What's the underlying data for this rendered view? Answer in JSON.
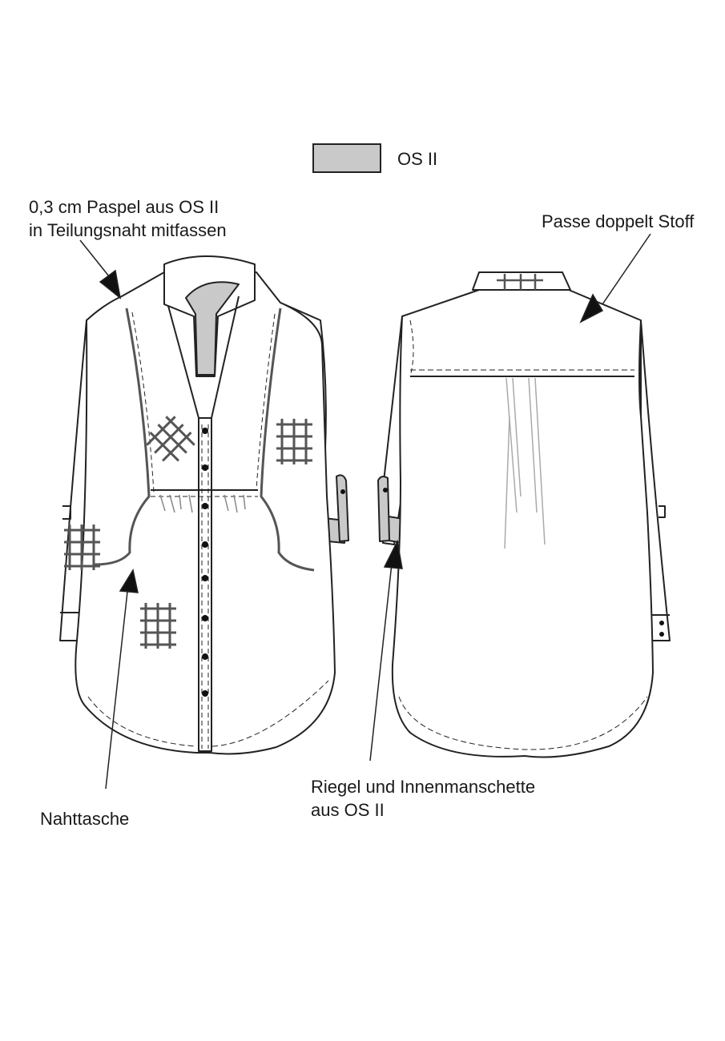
{
  "legend": {
    "swatch_color": "#c9c9c9",
    "label": "OS II"
  },
  "annotations": {
    "paspel_line1": "0,3 cm Paspel aus OS II",
    "paspel_line2": "in Teilungsnaht mitfassen",
    "passe": "Passe doppelt Stoff",
    "nahttasche": "Nahttasche",
    "riegel_line1": "Riegel und Innenmanschette",
    "riegel_line2": "aus OS II"
  },
  "colors": {
    "outline": "#222222",
    "fill_contrast": "#c9c9c9",
    "grid_mark": "#555555"
  }
}
